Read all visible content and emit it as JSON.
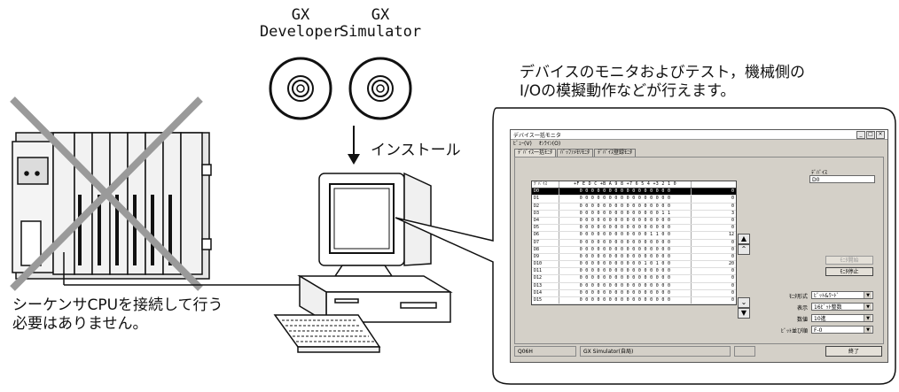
{
  "cd_labels": {
    "developer": [
      "GX",
      "Developer"
    ],
    "simulator": [
      "GX",
      "Simulator"
    ]
  },
  "captions": {
    "top_right": [
      "デバイスのモニタおよびテスト，機械側の",
      "I/Oの模擬動作などが行えます。"
    ],
    "install": "インストール",
    "bottom_left": [
      "シーケンサCPUを接続して行う",
      "必要はありません。"
    ]
  },
  "window": {
    "title": "デバイス一括モニタ",
    "controls": [
      "_",
      "□",
      "×"
    ],
    "menu": [
      "ﾋﾞｭｰ(V)",
      "ｵﾝﾗｲﾝ(O)"
    ],
    "tabs": [
      "ﾃﾞﾊﾞｲｽ一括ﾓﾆﾀ",
      "ﾊﾞｯﾌｧﾒﾓﾘﾓﾆﾀ",
      "ﾃﾞﾊﾞｲｽ登録ﾓﾆﾀ"
    ],
    "table": {
      "headers": [
        "ﾃﾞﾊﾞｲｽ",
        "+F E D C +B A 9 8 +7 6 5 4 +3 2 1 0",
        ""
      ],
      "rows": [
        {
          "device": "D0",
          "bits": "0 0 0 0  0 0 0 0  0 0 0 0  0 0 0 0",
          "value": "0"
        },
        {
          "device": "D1",
          "bits": "0 0 0 0  0 0 0 0  0 0 0 0  0 0 0 0",
          "value": "0"
        },
        {
          "device": "D2",
          "bits": "0 0 0 0  0 0 0 0  0 0 0 0  0 0 0 0",
          "value": "0"
        },
        {
          "device": "D3",
          "bits": "0 0 0 0  0 0 0 0  0 0 0 0  0 0 1 1",
          "value": "3"
        },
        {
          "device": "D4",
          "bits": "0 0 0 0  0 0 0 0  0 0 0 0  0 0 0 0",
          "value": "0"
        },
        {
          "device": "D5",
          "bits": "0 0 0 0  0 0 0 0  0 0 0 0  0 0 0 0",
          "value": "0"
        },
        {
          "device": "D6",
          "bits": "0 0 0 0  0 0 0 0  0 0 0 0  1 1 0 0",
          "value": "12"
        },
        {
          "device": "D7",
          "bits": "0 0 0 0  0 0 0 0  0 0 0 0  0 0 0 0",
          "value": "0"
        },
        {
          "device": "D8",
          "bits": "0 0 0 0  0 0 0 0  0 0 0 0  0 0 0 0",
          "value": "0"
        },
        {
          "device": "D9",
          "bits": "0 0 0 0  0 0 0 0  0 0 0 0  0 0 0 0",
          "value": "0"
        },
        {
          "device": "D10",
          "bits": "0 0 0 0  0 0 0 0  0 0 0 1  0 1 0 0",
          "value": "20"
        },
        {
          "device": "D11",
          "bits": "0 0 0 0  0 0 0 0  0 0 0 0  0 0 0 0",
          "value": "0"
        },
        {
          "device": "D12",
          "bits": "0 0 0 0  0 0 0 0  0 0 0 0  0 0 0 0",
          "value": "0"
        },
        {
          "device": "D13",
          "bits": "0 0 0 0  0 0 0 0  0 0 0 0  0 0 0 0",
          "value": "0"
        },
        {
          "device": "D14",
          "bits": "0 0 0 0  0 0 0 0  0 0 0 0  0 0 0 0",
          "value": "0"
        },
        {
          "device": "D15",
          "bits": "0 0 0 0  0 0 0 0  0 0 0 0  0 0 0 0",
          "value": "0"
        }
      ]
    },
    "device_label": "ﾃﾞﾊﾞｲｽ",
    "device_value": "D0",
    "buttons": {
      "monitor_start": "ﾓﾆﾀ開始",
      "monitor_stop": "ﾓﾆﾀ停止",
      "close": "終了"
    },
    "settings": [
      {
        "label": "ﾓﾆﾀ形式",
        "value": "ﾋﾞｯﾄ&ﾜｰﾄﾞ"
      },
      {
        "label": "表示",
        "value": "16ﾋﾞｯﾄ整数"
      },
      {
        "label": "数値",
        "value": "10進"
      },
      {
        "label": "ﾋﾞｯﾄ並び順",
        "value": "F-0"
      }
    ],
    "status": [
      "Q06H",
      "GX Simulator(自局)",
      ""
    ]
  }
}
